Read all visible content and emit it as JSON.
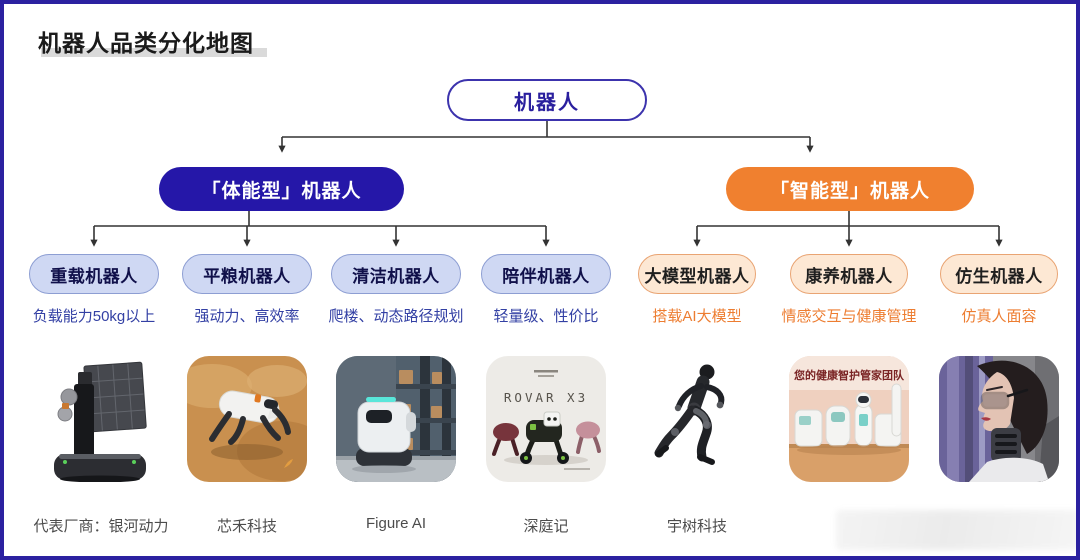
{
  "page": {
    "title": "机器人品类分化地图"
  },
  "tree": {
    "root_label": "机器人",
    "branches": [
      {
        "label": "「体能型」机器人"
      },
      {
        "label": "「智能型」机器人"
      }
    ],
    "leaves": [
      {
        "label": "重载机器人",
        "desc": "负载能力50kg以上",
        "vendor": "代表厂商：银河动力"
      },
      {
        "label": "平粮机器人",
        "desc": "强动力、高效率",
        "vendor": "芯禾科技"
      },
      {
        "label": "清洁机器人",
        "desc": "爬楼、动态路径规划",
        "vendor": "Figure AI"
      },
      {
        "label": "陪伴机器人",
        "desc": "轻量级、性价比",
        "vendor": "深庭记"
      },
      {
        "label": "大模型机器人",
        "desc": "搭载AI大模型",
        "vendor": "宇树科技"
      },
      {
        "label": "康养机器人",
        "desc": "情感交互与健康管理",
        "vendor": ""
      },
      {
        "label": "仿生机器人",
        "desc": "仿真人面容",
        "vendor": ""
      }
    ]
  },
  "photos": {
    "care_team_banner": "您的健康智护管家团队",
    "rovar_model_name": "ROVAR X3"
  },
  "colors": {
    "frame_border": "#2b21a0",
    "physical_branch_bg": "#2517a8",
    "intelligent_branch_bg": "#f0802f",
    "physical_leaf_bg": "#cfd8f3",
    "intelligent_leaf_bg": "#fde8d4",
    "physical_desc_text": "#3340a4",
    "intelligent_desc_text": "#ed7d31",
    "connector_line": "#333333"
  }
}
